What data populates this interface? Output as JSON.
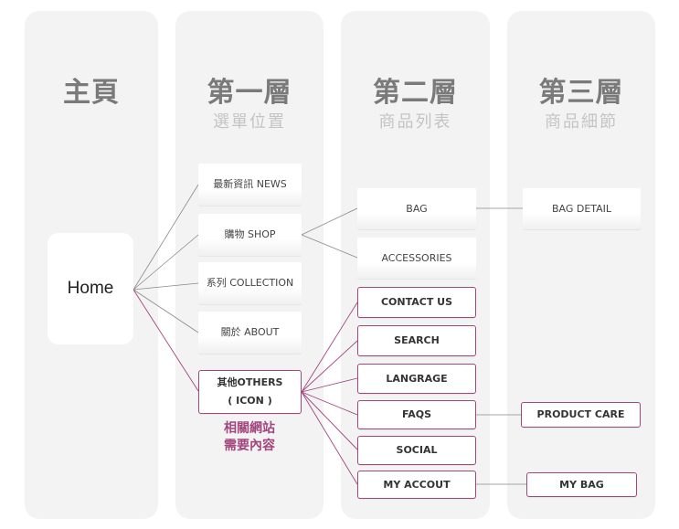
{
  "columns": [
    {
      "title": "主頁",
      "subtitle": ""
    },
    {
      "title": "第一層",
      "subtitle": "選單位置"
    },
    {
      "title": "第二層",
      "subtitle": "商品列表"
    },
    {
      "title": "第三層",
      "subtitle": "商品細節"
    }
  ],
  "home": "Home",
  "level1": {
    "news": "最新資訊 NEWS",
    "shop": "購物 SHOP",
    "collection": "系列 COLLECTION",
    "about": "關於 ABOUT",
    "others_line1": "其他OTHERS",
    "others_line2": "( ICON )"
  },
  "note": {
    "line1": "相關網站",
    "line2": "需要內容"
  },
  "level2": {
    "bag": "BAG",
    "accessories": "ACCESSORIES",
    "contact": "CONTACT US",
    "search": "SEARCH",
    "langrage": "LANGRAGE",
    "faqs": "FAQS",
    "social": "SOCIAL",
    "account": "MY ACCOUT"
  },
  "level3": {
    "bag_detail": "BAG DETAIL",
    "product_care": "PRODUCT CARE",
    "my_bag": "MY BAG"
  },
  "colors": {
    "accent": "#a2467e",
    "column_bg": "#f3f3f3",
    "connector_gray": "#8a8a8a"
  }
}
